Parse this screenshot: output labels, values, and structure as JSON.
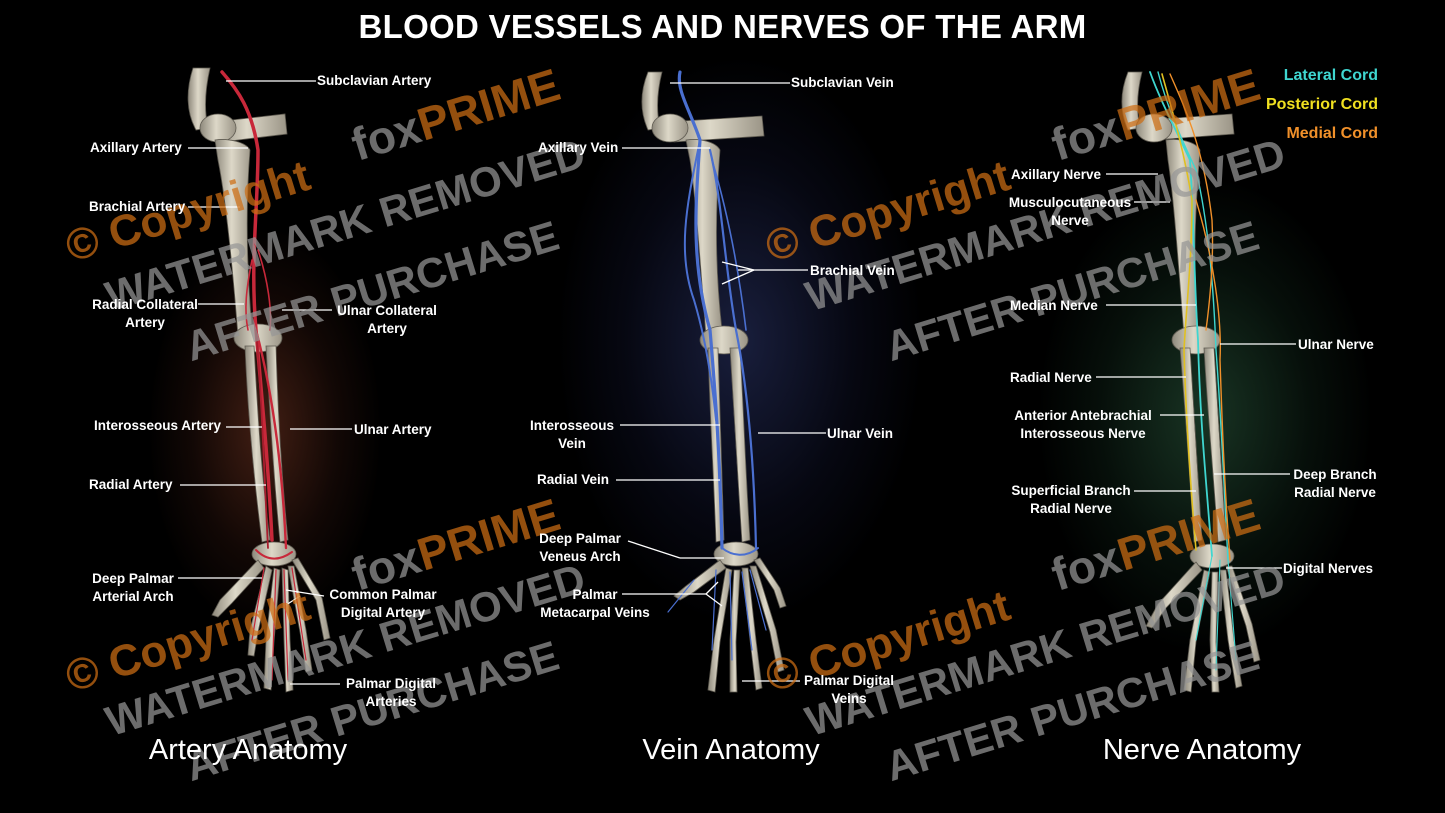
{
  "title": "BLOOD VESSELS AND NERVES OF THE ARM",
  "panels": {
    "artery": {
      "caption": "Artery Anatomy",
      "labels": {
        "subclavian": "Subclavian Artery",
        "axillary": "Axillary Artery",
        "brachial": "Brachial Artery",
        "radial_collateral": "Radial Collateral\nArtery",
        "ulnar_collateral": "Ulnar Collateral\nArtery",
        "interosseous": "Interosseous Artery",
        "ulnar": "Ulnar Artery",
        "radial": "Radial Artery",
        "deep_palmar": "Deep Palmar\nArterial Arch",
        "common_palmar": "Common Palmar\nDigital Artery",
        "palmar_digital": "Palmar Digital\nArteries"
      }
    },
    "vein": {
      "caption": "Vein Anatomy",
      "labels": {
        "subclavian": "Subclavian Vein",
        "axillary": "Axillary Vein",
        "brachial": "Brachial Vein",
        "interosseous": "Interosseous\nVein",
        "ulnar": "Ulnar Vein",
        "radial": "Radial Vein",
        "deep_palmar": "Deep Palmar\nVeneus Arch",
        "palmar_metacarpal": "Palmar\nMetacarpal Veins",
        "palmar_digital": "Palmar Digital\nVeins"
      }
    },
    "nerve": {
      "caption": "Nerve Anatomy",
      "legend": [
        {
          "label": "Lateral Cord",
          "color": "#3fd6d0"
        },
        {
          "label": "Posterior Cord",
          "color": "#f0e020"
        },
        {
          "label": "Medial Cord",
          "color": "#f0902a"
        }
      ],
      "labels": {
        "axillary": "Axillary Nerve",
        "musculocutaneous": "Musculocutaneous\nNerve",
        "median": "Median Nerve",
        "ulnar": "Ulnar Nerve",
        "radial": "Radial Nerve",
        "anterior_antebrachial": "Anterior Antebrachial\nInterosseous Nerve",
        "deep_branch": "Deep Branch\nRadial Nerve",
        "superficial_branch": "Superficial Branch\nRadial Nerve",
        "digital": "Digital Nerves"
      }
    }
  },
  "watermark": {
    "copyright": "© Copyright",
    "brand_fox": "fox",
    "brand_prime": "PRIME",
    "line1": "WATERMARK REMOVED",
    "line2": "AFTER PURCHASE"
  },
  "colors": {
    "background": "#000000",
    "artery": "#c8283a",
    "vein": "#4a6fd0",
    "bone": "#cfc9b8",
    "watermark_orange": "#cd6e14",
    "watermark_gray": "#969696"
  }
}
